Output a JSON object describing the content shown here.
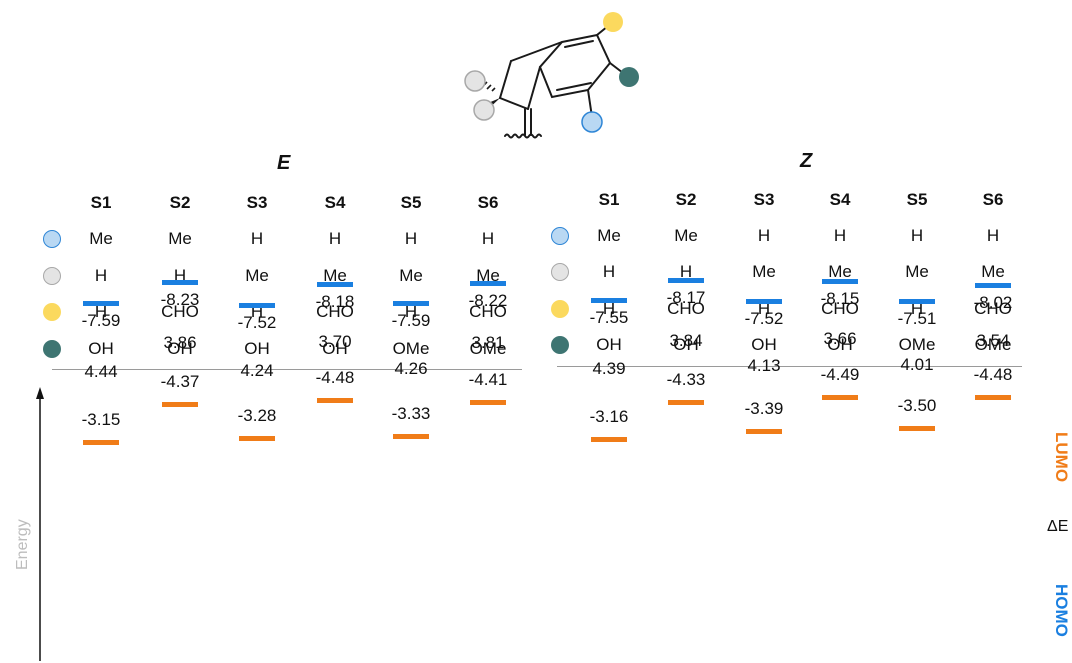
{
  "colors": {
    "lumo": "#f07c18",
    "homo": "#1a7fe0",
    "sub_blue_fill": "#b9d8f3",
    "sub_blue_stroke": "#2f86d6",
    "sub_grey_fill": "#e4e4e4",
    "sub_grey_stroke": "#a8a8a8",
    "sub_yellow": "#fbd95e",
    "sub_teal": "#3e7572",
    "energy_label": "#bdbdbd"
  },
  "panels": [
    {
      "key": "E",
      "title": "E",
      "headers": [
        "S1",
        "S2",
        "S3",
        "S4",
        "S5",
        "S6"
      ],
      "rows": [
        {
          "marker": "blue-circle-icon",
          "values": [
            "Me",
            "Me",
            "H",
            "H",
            "H",
            "H"
          ]
        },
        {
          "marker": "grey-circle-icon",
          "values": [
            "H",
            "H",
            "Me",
            "Me",
            "Me",
            "Me"
          ]
        },
        {
          "marker": "yellow-circle-icon",
          "values": [
            "H",
            "CHO",
            "H",
            "CHO",
            "H",
            "CHO"
          ]
        },
        {
          "marker": "teal-circle-icon",
          "values": [
            "OH",
            "OH",
            "OH",
            "OH",
            "OMe",
            "OMe"
          ]
        }
      ],
      "levels": [
        {
          "lumo": "-3.15",
          "homo": "-7.59",
          "gap": "4.44"
        },
        {
          "lumo": "-4.37",
          "homo": "-8.23",
          "gap": "3.86"
        },
        {
          "lumo": "-3.28",
          "homo": "-7.52",
          "gap": "4.24"
        },
        {
          "lumo": "-4.48",
          "homo": "-8.18",
          "gap": "3.70"
        },
        {
          "lumo": "-3.33",
          "homo": "-7.59",
          "gap": "4.26"
        },
        {
          "lumo": "-4.41",
          "homo": "-8.22",
          "gap": "3.81"
        }
      ]
    },
    {
      "key": "Z",
      "title": "Z",
      "headers": [
        "S1",
        "S2",
        "S3",
        "S4",
        "S5",
        "S6"
      ],
      "rows": [
        {
          "marker": "blue-circle-icon",
          "values": [
            "Me",
            "Me",
            "H",
            "H",
            "H",
            "H"
          ]
        },
        {
          "marker": "grey-circle-icon",
          "values": [
            "H",
            "H",
            "Me",
            "Me",
            "Me",
            "Me"
          ]
        },
        {
          "marker": "yellow-circle-icon",
          "values": [
            "H",
            "CHO",
            "H",
            "CHO",
            "H",
            "CHO"
          ]
        },
        {
          "marker": "teal-circle-icon",
          "values": [
            "OH",
            "OH",
            "OH",
            "OH",
            "OMe",
            "OMe"
          ]
        }
      ],
      "levels": [
        {
          "lumo": "-3.16",
          "homo": "-7.55",
          "gap": "4.39"
        },
        {
          "lumo": "-4.33",
          "homo": "-8.17",
          "gap": "3.84"
        },
        {
          "lumo": "-3.39",
          "homo": "-7.52",
          "gap": "4.13"
        },
        {
          "lumo": "-4.49",
          "homo": "-8.15",
          "gap": "3.66"
        },
        {
          "lumo": "-3.50",
          "homo": "-7.51",
          "gap": "4.01"
        },
        {
          "lumo": "-4.48",
          "homo": "-8.02",
          "gap": "3.54"
        }
      ]
    }
  ],
  "axis_label": "Energy",
  "side_labels": {
    "lumo": "LUMO",
    "gap": "ΔE",
    "homo": "HOMO"
  }
}
